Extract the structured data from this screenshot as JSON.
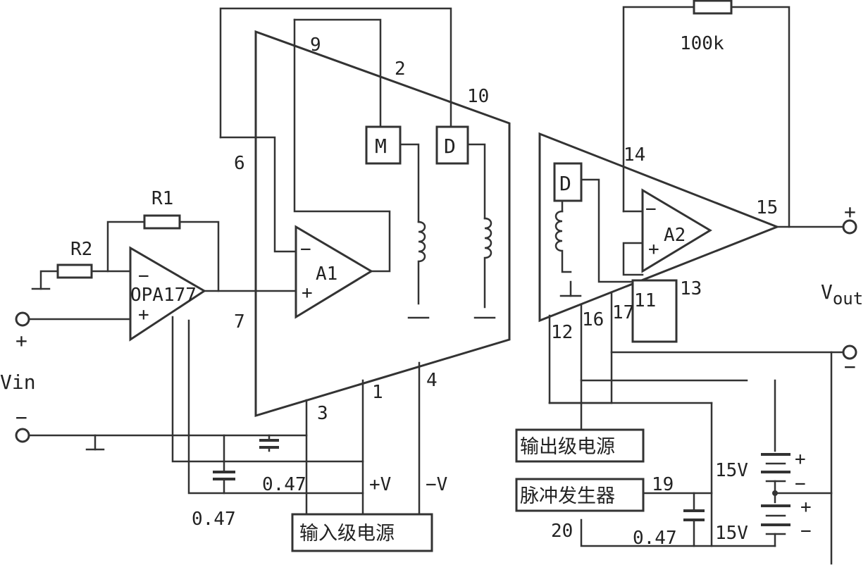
{
  "opamp1": {
    "name": "OPA177",
    "minus": "−",
    "plus": "+"
  },
  "amp_a1": {
    "name": "A1",
    "minus": "−",
    "plus": "+"
  },
  "amp_a2": {
    "name": "A2",
    "minus": "−",
    "plus": "+"
  },
  "blocks": {
    "m_block": "M",
    "d_block": "D",
    "d_block2": "D"
  },
  "resistors": {
    "r1": "R1",
    "r2": "R2",
    "feedback": "100k"
  },
  "capacitors": {
    "c1": "0.47",
    "c2": "0.47",
    "c3": "0.47"
  },
  "pins": {
    "p9": "9",
    "p2": "2",
    "p10": "10",
    "p6": "6",
    "p7": "7",
    "p3": "3",
    "p1": "1",
    "p4": "4",
    "p14": "14",
    "p15": "15",
    "p12": "12",
    "p16": "16",
    "p17": "17",
    "p11": "11",
    "p13": "13",
    "p19": "19",
    "p20": "20"
  },
  "terminals": {
    "vin": "Vin",
    "vin_plus": "+",
    "vin_minus": "−",
    "vout": "V",
    "vout_sub": "out",
    "vout_plus": "+",
    "vout_minus": "−"
  },
  "supply_labels": {
    "plus_v": "+V",
    "minus_v": "−V"
  },
  "batteries": {
    "b1": "15V",
    "b2": "15V",
    "b1_plus": "+",
    "b1_minus": "−",
    "b2_plus": "+",
    "b2_minus": "−"
  },
  "boxes": {
    "input_supply": "输入级电源",
    "output_supply": "输出级电源",
    "pulse_generator": "脉冲发生器"
  }
}
